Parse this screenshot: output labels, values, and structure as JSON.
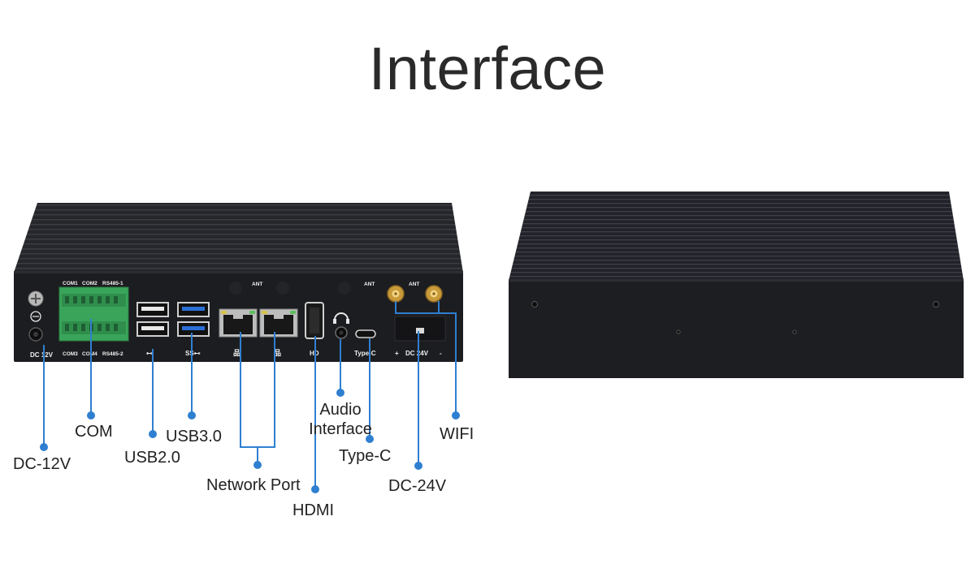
{
  "title": "Interface",
  "colors": {
    "accent": "#2f7fd1",
    "chassis": "#1e1f22",
    "terminal_block": "#3aa55a",
    "usb3_port": "#2b6fd6"
  },
  "callouts": {
    "dc12v": "DC-12V",
    "com": "COM",
    "usb20": "USB2.0",
    "usb30": "USB3.0",
    "network": "Network Port",
    "hdmi": "HDMI",
    "audio": "Audio\nInterface",
    "typec": "Type-C",
    "dc24v": "DC-24V",
    "wifi": "WIFI"
  },
  "panel_markings": {
    "com1": "COM1",
    "com2": "COM2",
    "rs485_1": "RS485-1",
    "com3": "COM3",
    "com4": "COM4",
    "rs485_2": "RS485-2",
    "dc12v": "DC 12V",
    "usb2_symbol": "⊷",
    "usb3_symbol": "SS⊷",
    "lan_symbol": "品",
    "hd": "HD",
    "typec": "Type-C",
    "dc24v": "DC 24V",
    "plus": "+",
    "minus": "-",
    "ant": "ANT"
  }
}
